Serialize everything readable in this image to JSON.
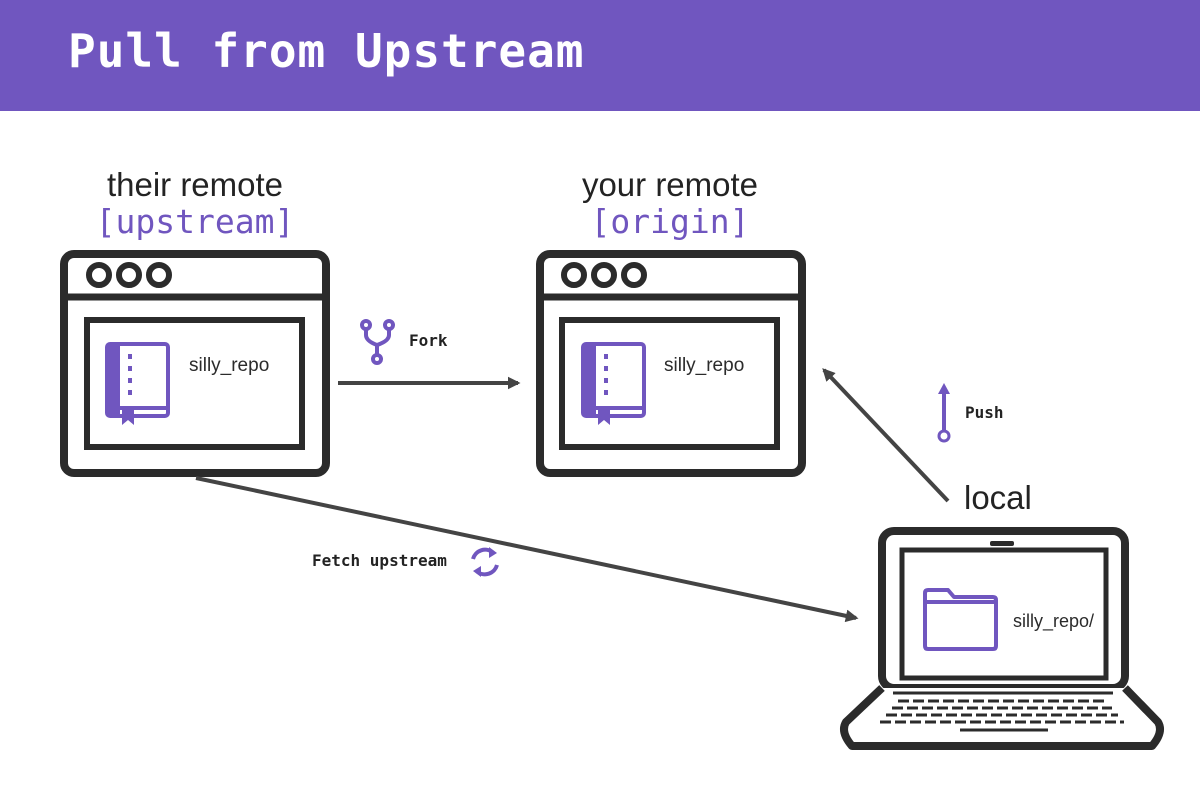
{
  "header": {
    "title": "Pull from Upstream"
  },
  "upstream": {
    "heading": "their remote",
    "bracket_label": "[upstream]",
    "repo_name": "silly_repo",
    "icon": "repo-book-icon"
  },
  "origin": {
    "heading": "your remote",
    "bracket_label": "[origin]",
    "repo_name": "silly_repo",
    "icon": "repo-book-icon"
  },
  "local": {
    "label": "local",
    "folder_name": "silly_repo/",
    "icon": "folder-icon"
  },
  "arrows": {
    "fork": {
      "label": "Fork",
      "icon": "git-fork-icon"
    },
    "push": {
      "label": "Push",
      "icon": "git-commit-push-icon"
    },
    "fetch": {
      "label": "Fetch upstream",
      "icon": "sync-icon"
    }
  },
  "colors": {
    "accent": "#7056bf",
    "ink": "#2b2b2b",
    "arrow": "#444444"
  }
}
